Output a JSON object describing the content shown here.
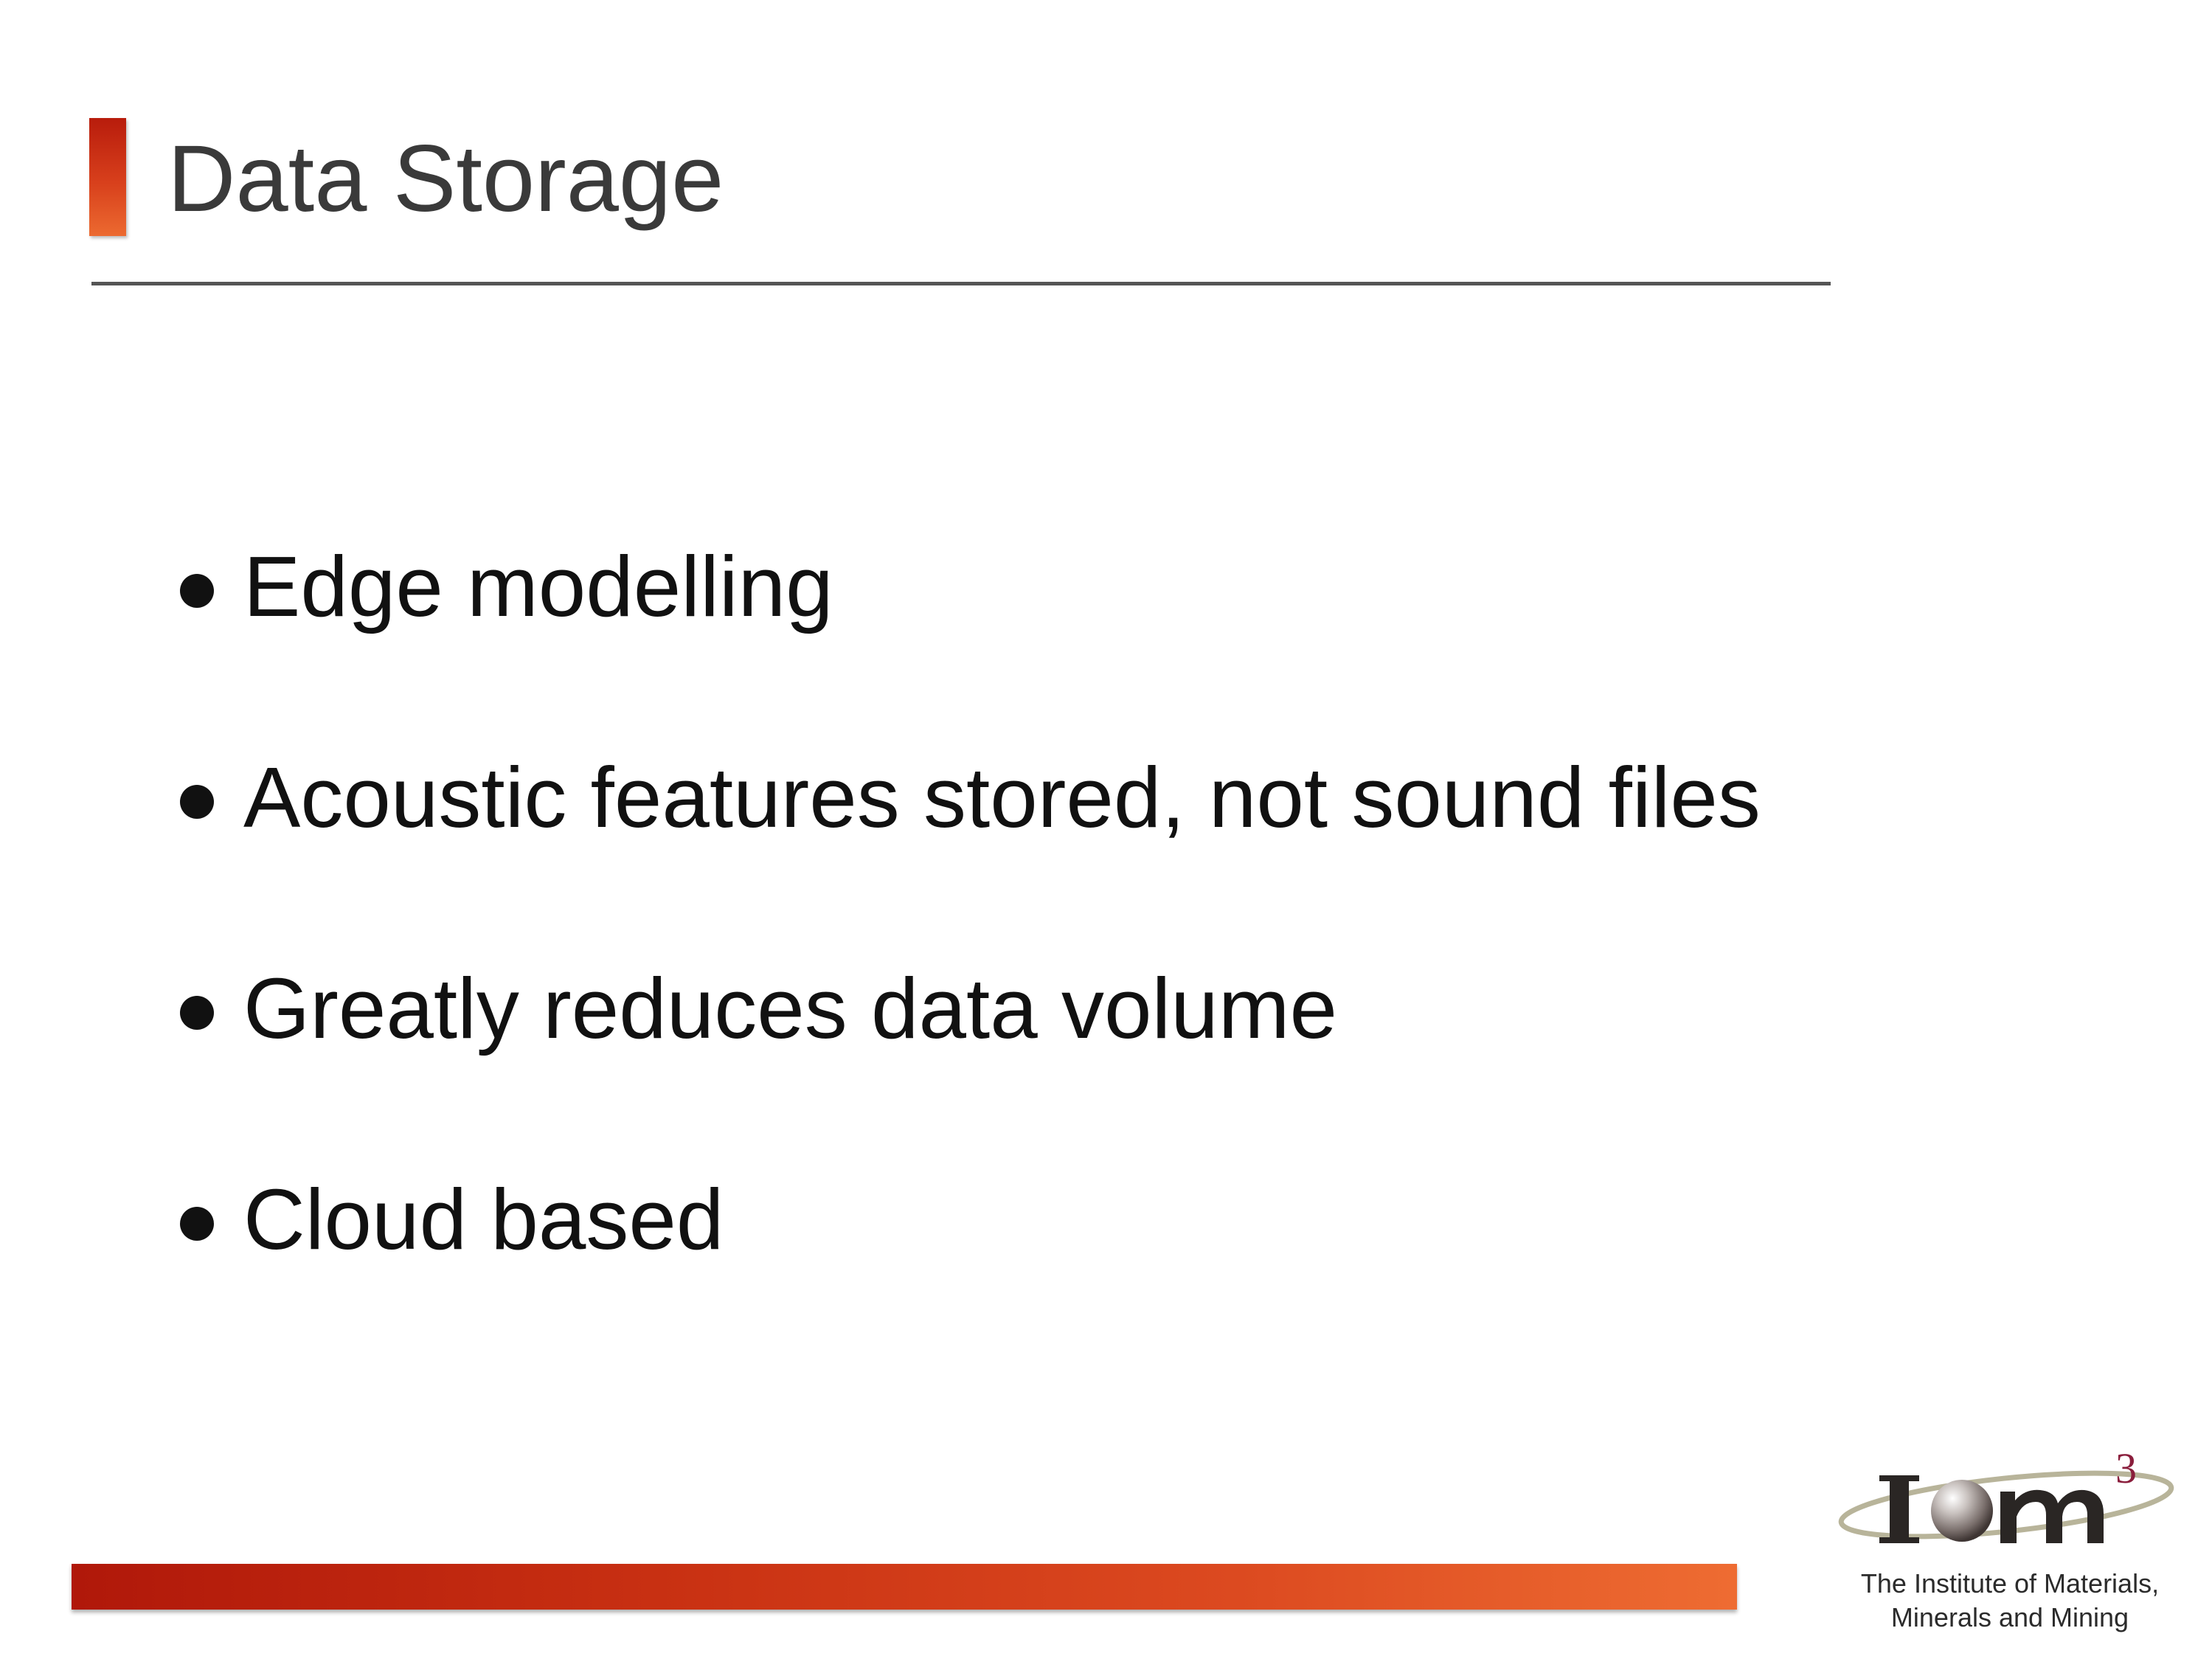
{
  "slide": {
    "title": "Data Storage",
    "bullets": [
      "Edge modelling",
      "Acoustic features stored, not sound files",
      "Greatly reduces data volume",
      "Cloud based"
    ]
  },
  "logo": {
    "wordmark_text": "IOM3",
    "caption_line1": "The Institute of Materials,",
    "caption_line2": "Minerals and Mining",
    "icon": "iom3-logo"
  },
  "colors": {
    "accent_red": "#b81c0c",
    "accent_orange": "#ee6c32",
    "title_text": "#3a3a3a",
    "body_text": "#111111",
    "logo_superscript": "#8a1e3c"
  }
}
